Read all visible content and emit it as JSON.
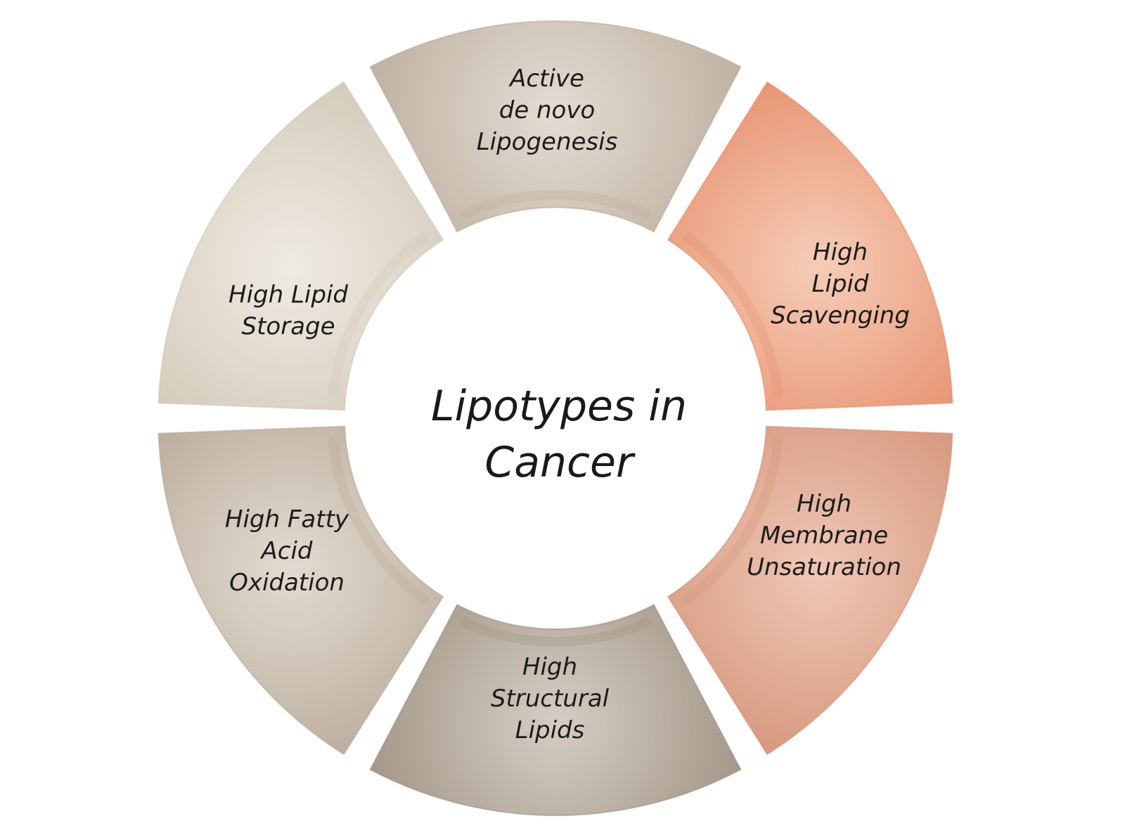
{
  "center": {
    "line1": "Lipotypes in",
    "line2": "Cancer"
  },
  "segments": [
    {
      "lines": [
        "Active",
        "de novo",
        "Lipogenesis"
      ],
      "color_light": "#e4dcd2",
      "color_dark": "#b7a898"
    },
    {
      "lines": [
        "High",
        "Lipid",
        "Scavenging"
      ],
      "color_light": "#f6cdb8",
      "color_dark": "#e58a66"
    },
    {
      "lines": [
        "High",
        "Membrane",
        "Unsaturation"
      ],
      "color_light": "#efc8b6",
      "color_dark": "#d28e73"
    },
    {
      "lines": [
        "High",
        "Structural",
        "Lipids"
      ],
      "color_light": "#d6cdc3",
      "color_dark": "#9a8c7d"
    },
    {
      "lines": [
        "High Fatty",
        "Acid",
        "Oxidation"
      ],
      "color_light": "#e3dbd1",
      "color_dark": "#b4a594"
    },
    {
      "lines": [
        "High Lipid",
        "Storage"
      ],
      "color_light": "#efebe2",
      "color_dark": "#cfc5b4"
    }
  ]
}
